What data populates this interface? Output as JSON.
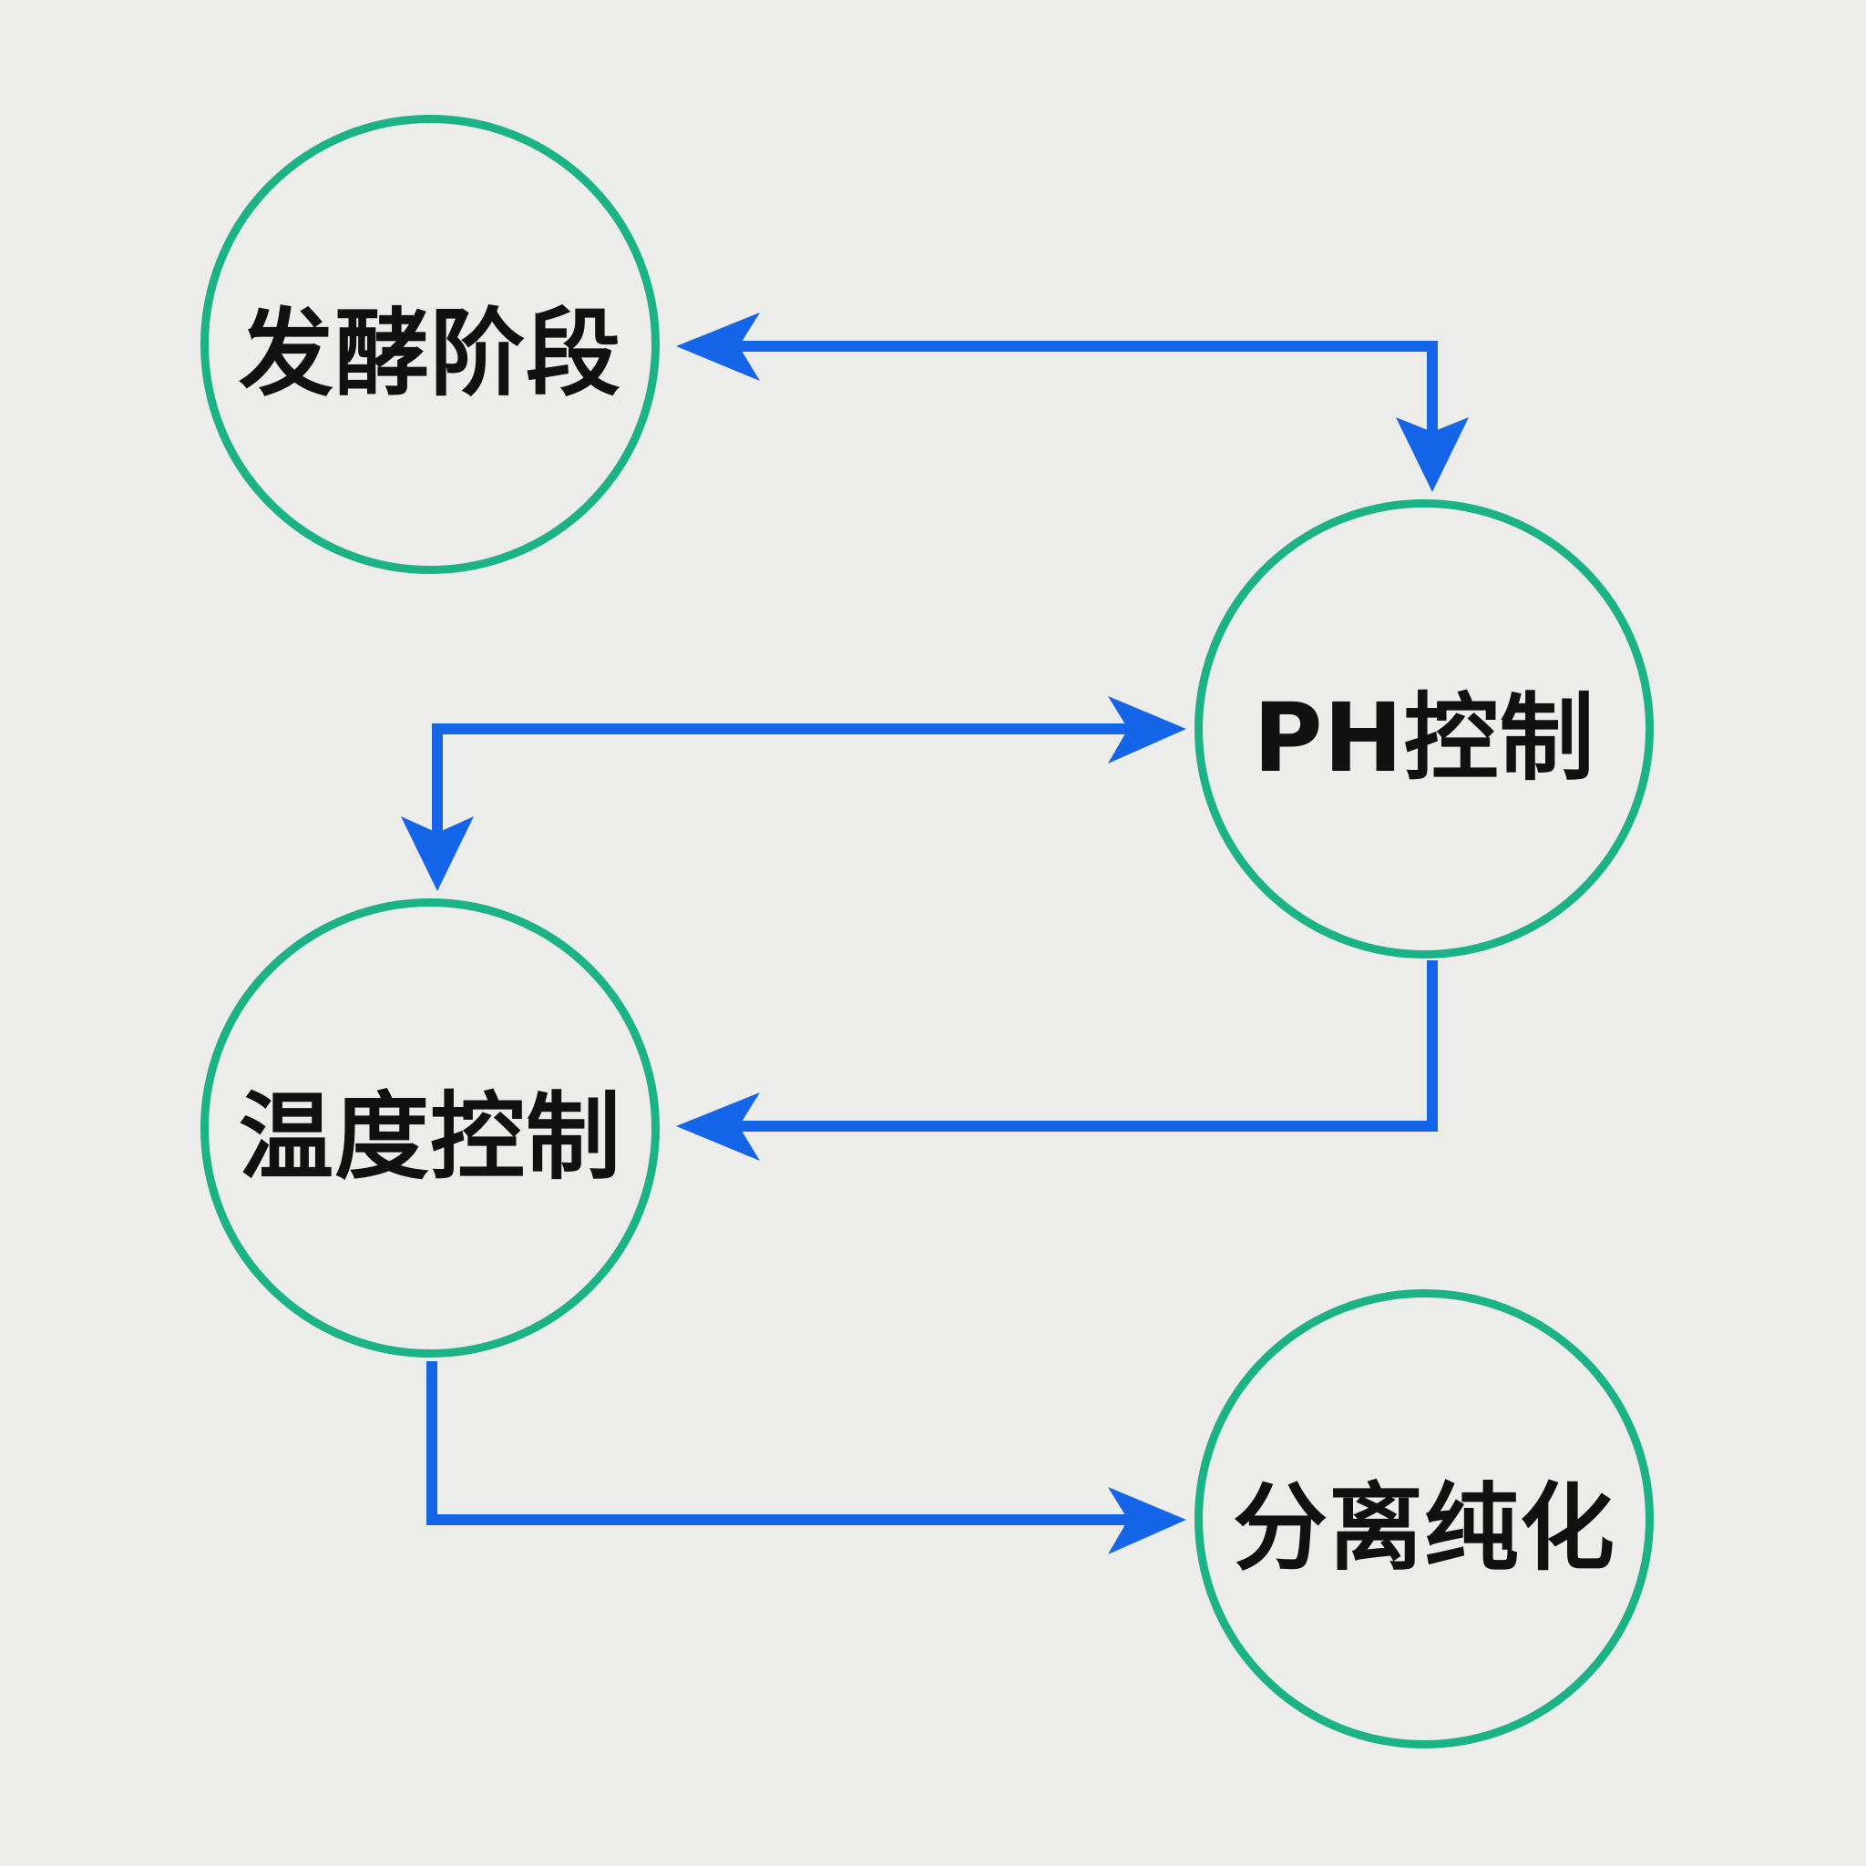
{
  "colors": {
    "background": "#ececea",
    "node_border": "#1bb285",
    "edge": "#1565e8",
    "text": "#111111"
  },
  "nodes": {
    "fermentation": {
      "label": "发酵阶段"
    },
    "ph_control": {
      "label": "PH控制"
    },
    "temperature_control": {
      "label": "温度控制"
    },
    "separation_purification": {
      "label": "分离纯化"
    }
  },
  "edges": [
    {
      "from": "fermentation",
      "to": "ph_control",
      "bidirectional": true
    },
    {
      "from": "ph_control",
      "to": "temperature_control",
      "bidirectional": true
    },
    {
      "from": "ph_control",
      "to": "temperature_control",
      "bidirectional": false
    },
    {
      "from": "temperature_control",
      "to": "separation_purification",
      "bidirectional": false
    }
  ]
}
